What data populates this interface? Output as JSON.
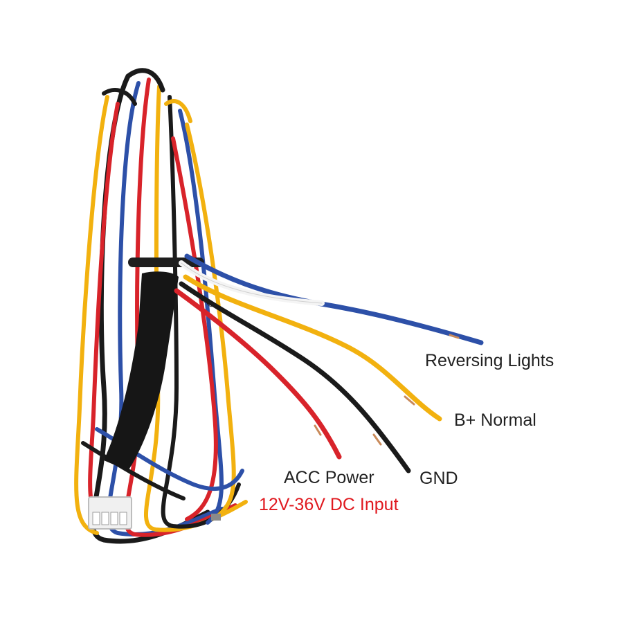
{
  "labels": {
    "reversing_lights": "Reversing Lights",
    "b_plus_normal": "B+ Normal",
    "gnd": "GND",
    "acc_power": "ACC Power",
    "dc_input": "12V-36V DC Input",
    "tag_gnd": "GND"
  },
  "colors": {
    "label_text": "#222222",
    "input_text": "#e0191f",
    "wire_red": "#d8232a",
    "wire_black": "#1a1a1a",
    "wire_blue": "#2d50a8",
    "wire_yellow": "#f2b10f",
    "wire_white": "#f4f4f4",
    "copper": "#c98a5a"
  },
  "icons": {
    "harness": "wire-harness-photo",
    "connector": "white-4-pin-connector"
  }
}
